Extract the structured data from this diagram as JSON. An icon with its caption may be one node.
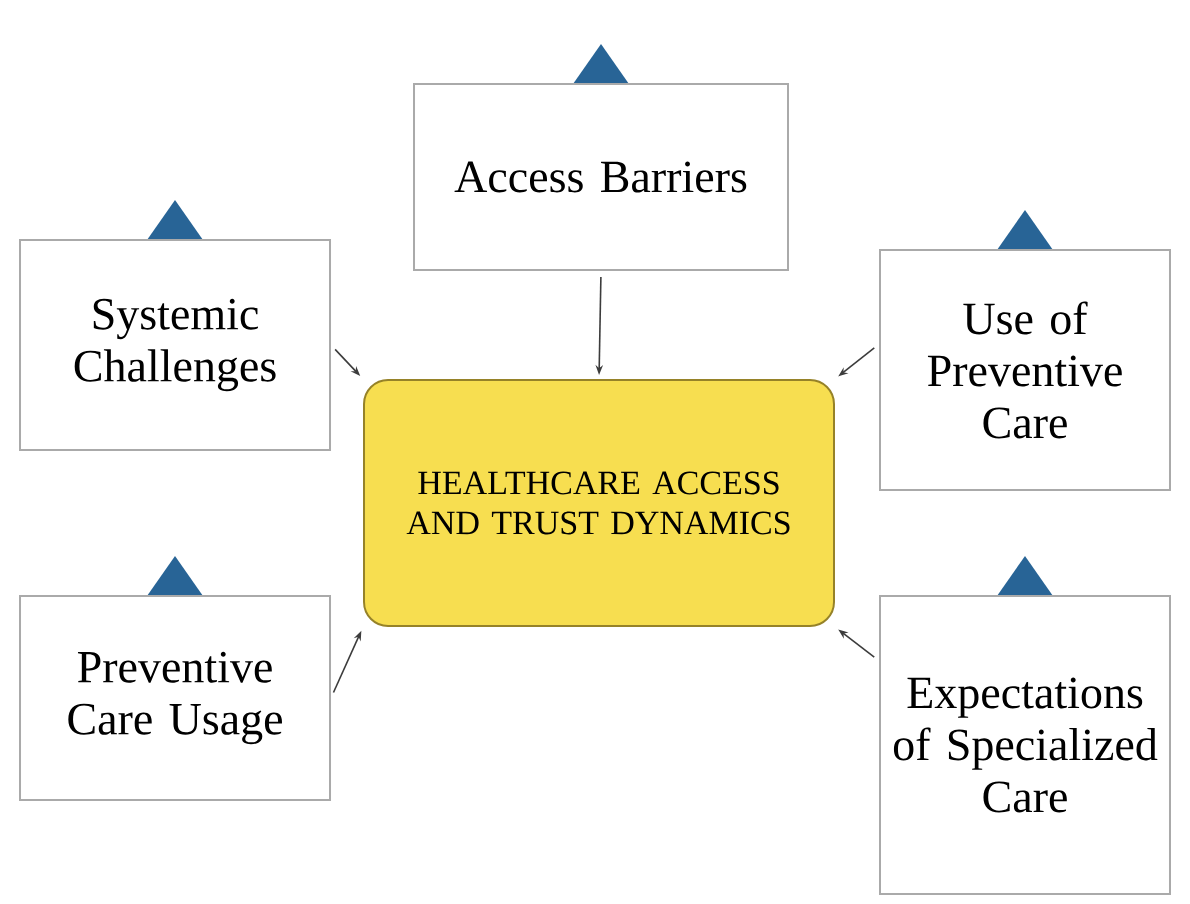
{
  "diagram": {
    "nodes": [
      {
        "text": [
          "HEALTHCARE ACCESS AND TRUST DYNAMICS"
        ]
      },
      {
        "text": [
          "Access Barriers"
        ]
      },
      {
        "text": [
          "Systemic Challenges"
        ]
      },
      {
        "text": [
          "Use of Preventive Care"
        ]
      },
      {
        "text": [
          "Preventive Care Usage"
        ]
      },
      {
        "text": [
          "Expectations of Specialized Care"
        ]
      }
    ],
    "edges": [
      {
        "from": 1,
        "to": 0,
        "arrow": "to"
      },
      {
        "from": 2,
        "to": 0,
        "arrow": "to"
      },
      {
        "from": 3,
        "to": 0,
        "arrow": "to"
      },
      {
        "from": 4,
        "to": 0,
        "arrow": "to"
      },
      {
        "from": 5,
        "to": 0,
        "arrow": "to"
      }
    ]
  }
}
